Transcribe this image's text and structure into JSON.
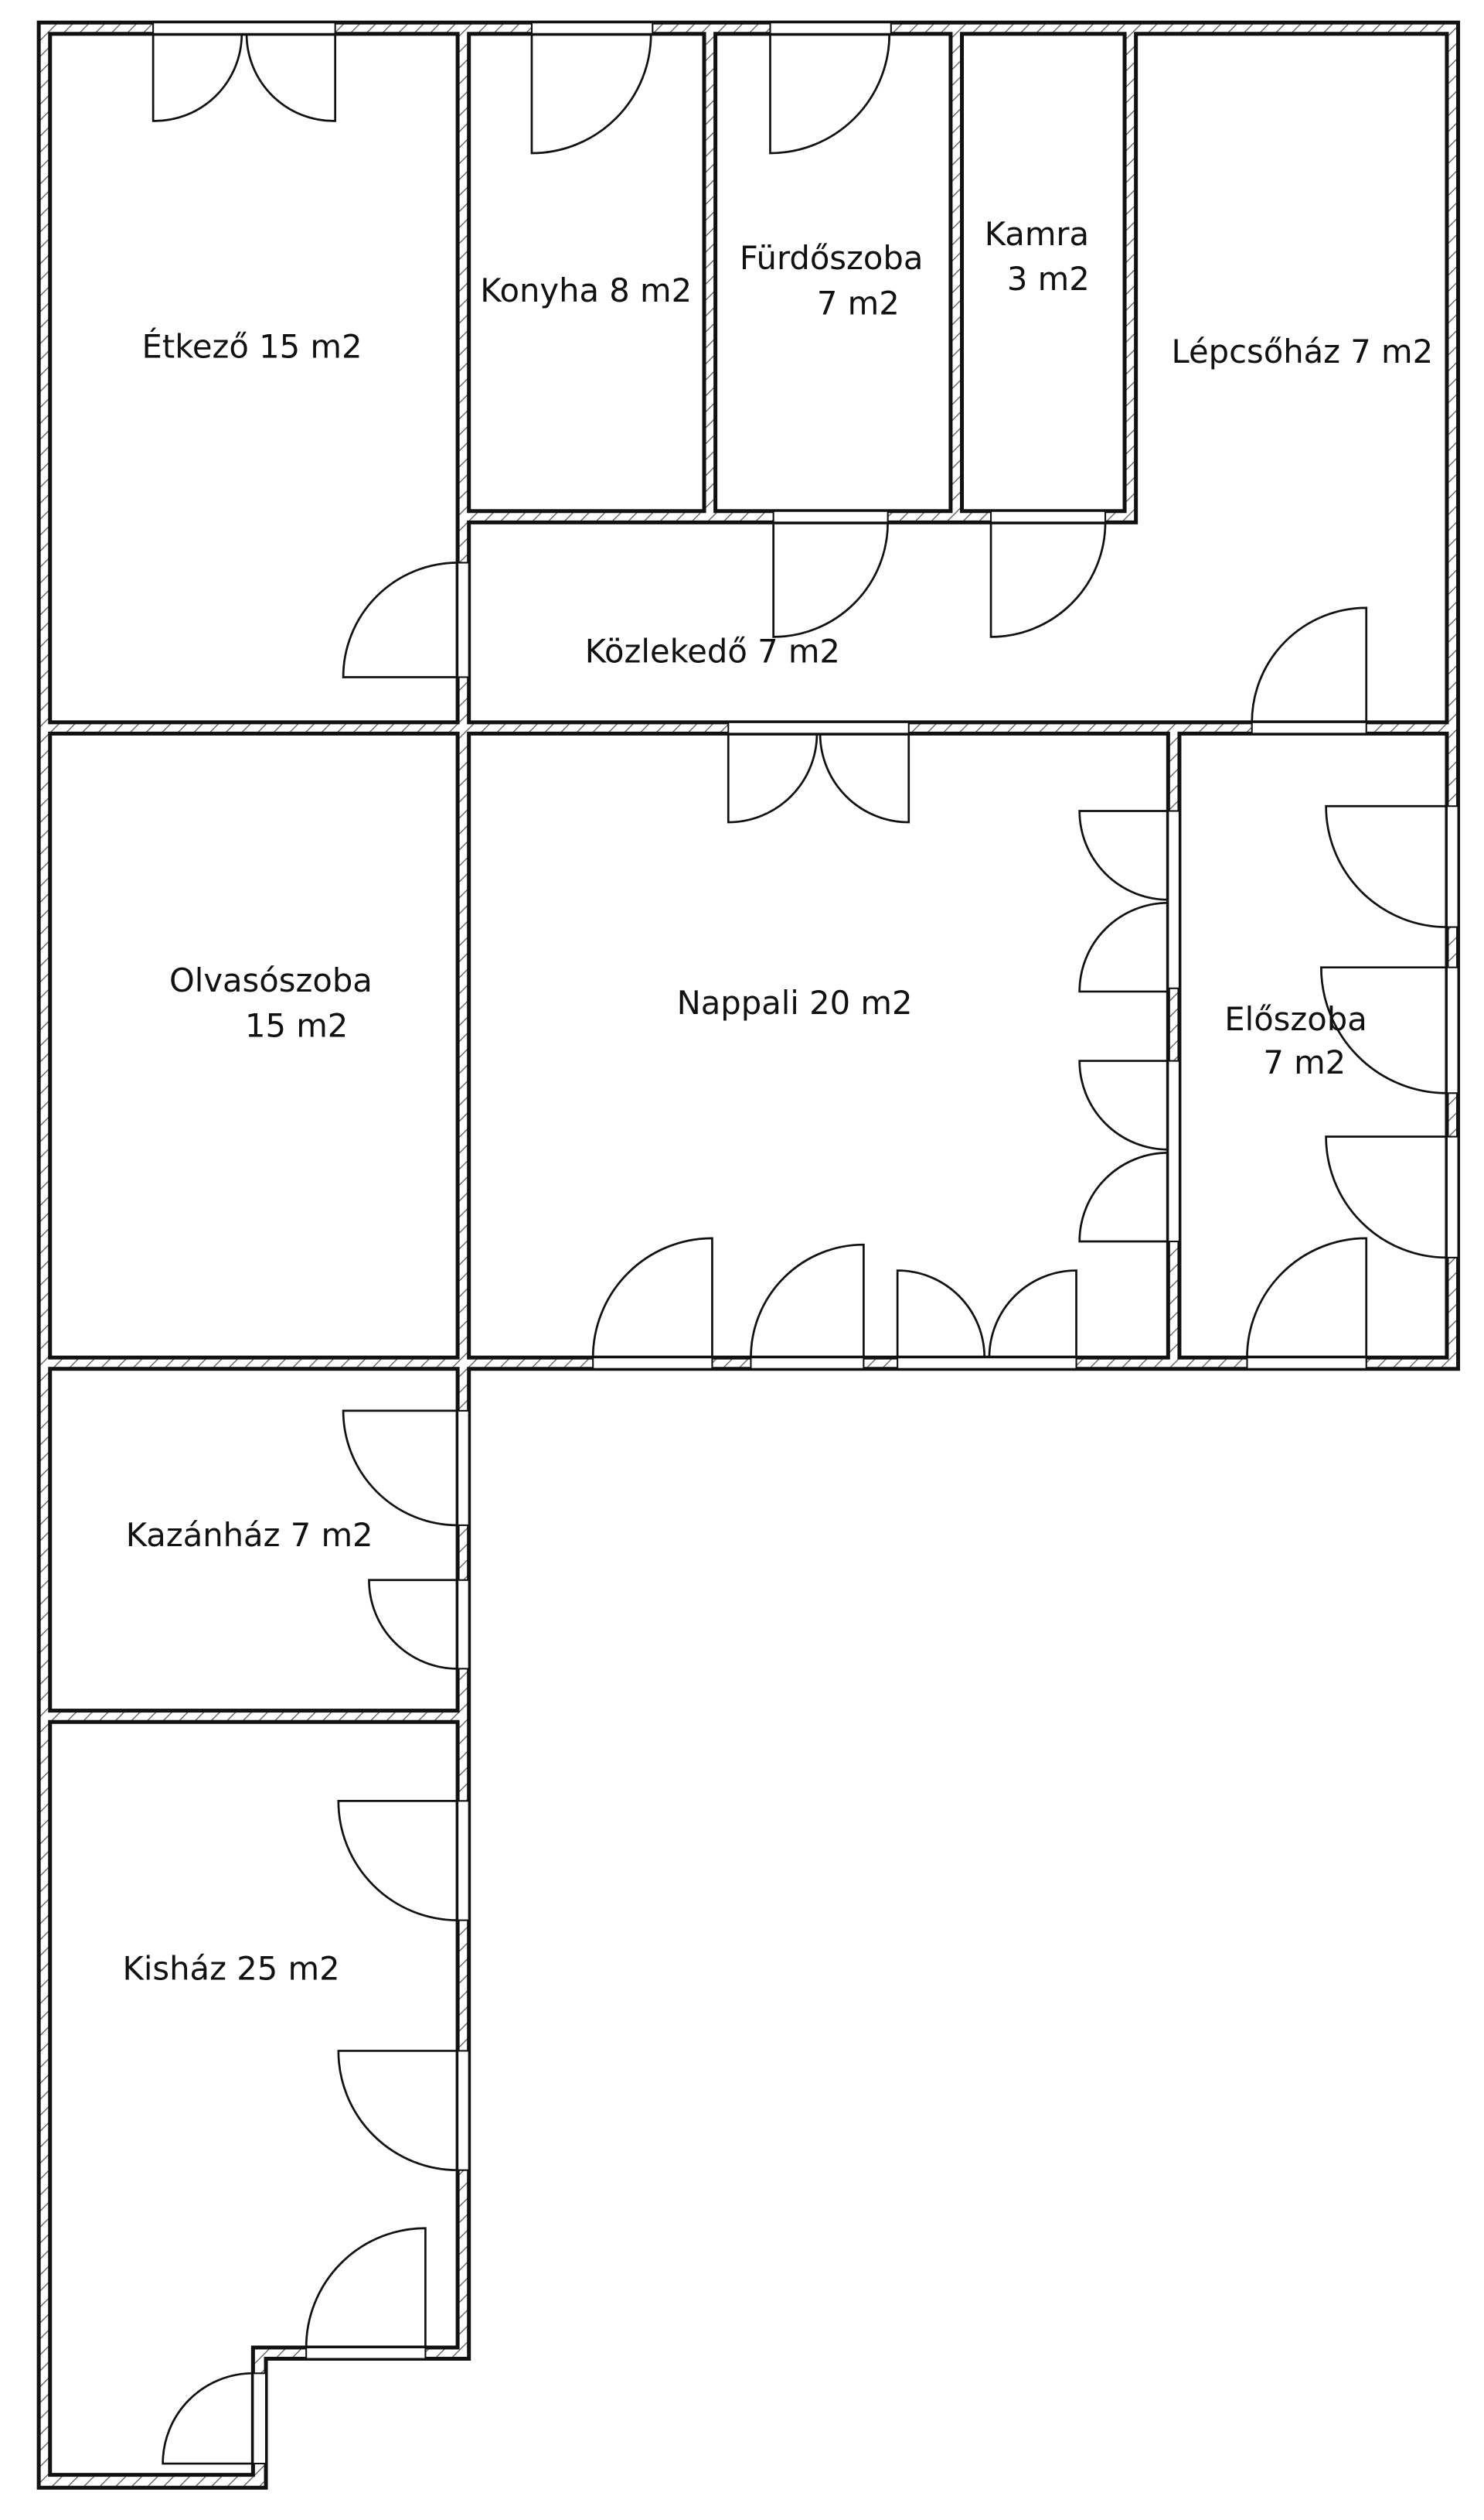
{
  "title": "Floor plan",
  "rooms": {
    "etkezo": [
      "Étkező 15 m2"
    ],
    "konyha": [
      "Konyha 8 m2"
    ],
    "furdoszoba": [
      "Fürdőszoba",
      "7 m2"
    ],
    "kamra": [
      "Kamra",
      "3 m2"
    ],
    "lepcsohaz": [
      "Lépcsőház 7 m2"
    ],
    "kozlekedo": [
      "Közlekedő 7 m2"
    ],
    "olvasoszoba": [
      "Olvasószoba",
      "15 m2"
    ],
    "nappali": [
      "Nappali 20 m2"
    ],
    "eloszoba": [
      "Előszoba",
      "7 m2"
    ],
    "kazanhaz": [
      "Kazánház 7 m2"
    ],
    "kishaz": [
      "Kisház 25 m2"
    ]
  },
  "colors": {
    "line": "#111111",
    "hatch": "#555555",
    "background": "#ffffff"
  }
}
